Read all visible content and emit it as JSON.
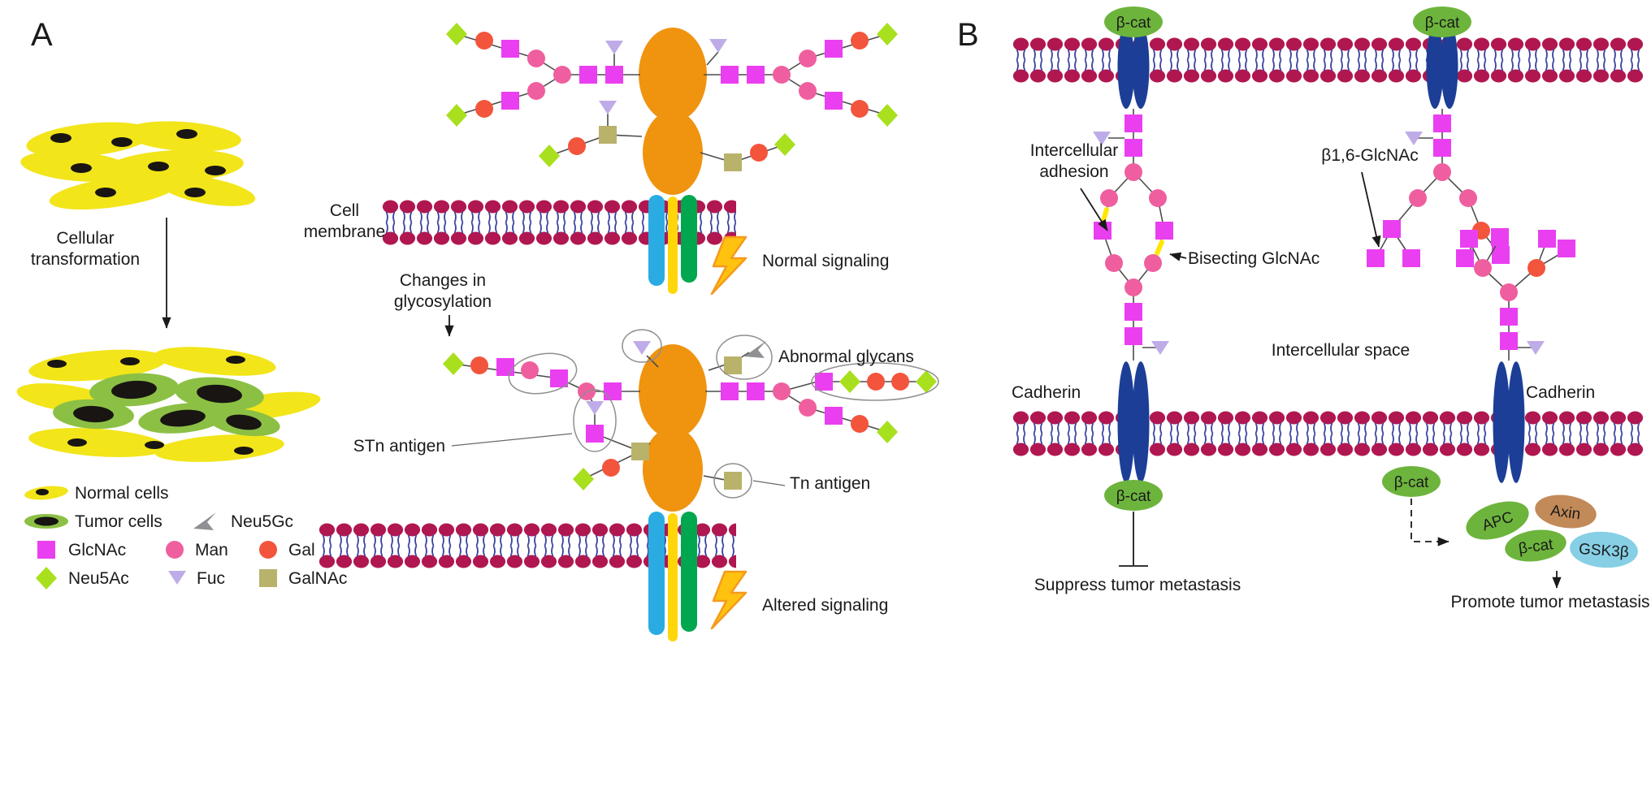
{
  "colors": {
    "glcnac": "#ea3ff0",
    "man": "#ef5f9f",
    "gal": "#f3543c",
    "neu5ac": "#a8e01e",
    "fuc": "#beace8",
    "galnac": "#b9b26b",
    "neu5gc": "#8f9093",
    "membrane-head": "#b01750",
    "membrane-tail": "#3c43a0",
    "receptor": "#f0930f",
    "rod-blue": "#2aace3",
    "rod-yellow": "#ffd60a",
    "rod-green": "#00a74f",
    "cadherin": "#1c3e96",
    "bcat": "#6db43d",
    "axin": "#c28a58",
    "gsk3b": "#86cfe5",
    "normal-cell": "#f2e51a",
    "tumor-cell": "#8cc045",
    "nucleus": "#181512",
    "bolt": "#ffc20e",
    "bolt-stroke": "#f59a1d",
    "highlight": "#ffe600",
    "connector": "#4d4d4d",
    "outline": "#8f8f8f",
    "text": "#1a1a1a"
  },
  "panelA": {
    "label": "A",
    "transformation": [
      "Cellular",
      "transformation"
    ],
    "cell_membrane": [
      "Cell",
      "membrane"
    ],
    "glyco_changes": [
      "Changes in",
      "glycosylation"
    ],
    "normal_signaling": "Normal signaling",
    "altered_signaling": "Altered signaling",
    "stn_antigen": "STn antigen",
    "abnormal_glycans": "Abnormal glycans",
    "tn_antigen": "Tn antigen",
    "legend": {
      "normal_cells": "Normal cells",
      "tumor_cells": "Tumor cells",
      "neu5gc": "Neu5Gc",
      "glcnac": "GlcNAc",
      "man": "Man",
      "gal": "Gal",
      "neu5ac": "Neu5Ac",
      "fuc": "Fuc",
      "galnac": "GalNAc"
    }
  },
  "panelB": {
    "label": "B",
    "bcat": "β-cat",
    "intercellular_adhesion": [
      "Intercellular",
      "adhesion"
    ],
    "b16_glcnac": "β1,6-GlcNAc",
    "bisecting_glcnac": "Bisecting GlcNAc",
    "intercellular_space": "Intercellular space",
    "cadherin": "Cadherin",
    "suppress": "Suppress tumor metastasis",
    "promote": "Promote tumor metastasis",
    "complex": {
      "apc": "APC",
      "axin": "Axin",
      "bcat": "β-cat",
      "gsk3b": "GSK3β"
    }
  }
}
